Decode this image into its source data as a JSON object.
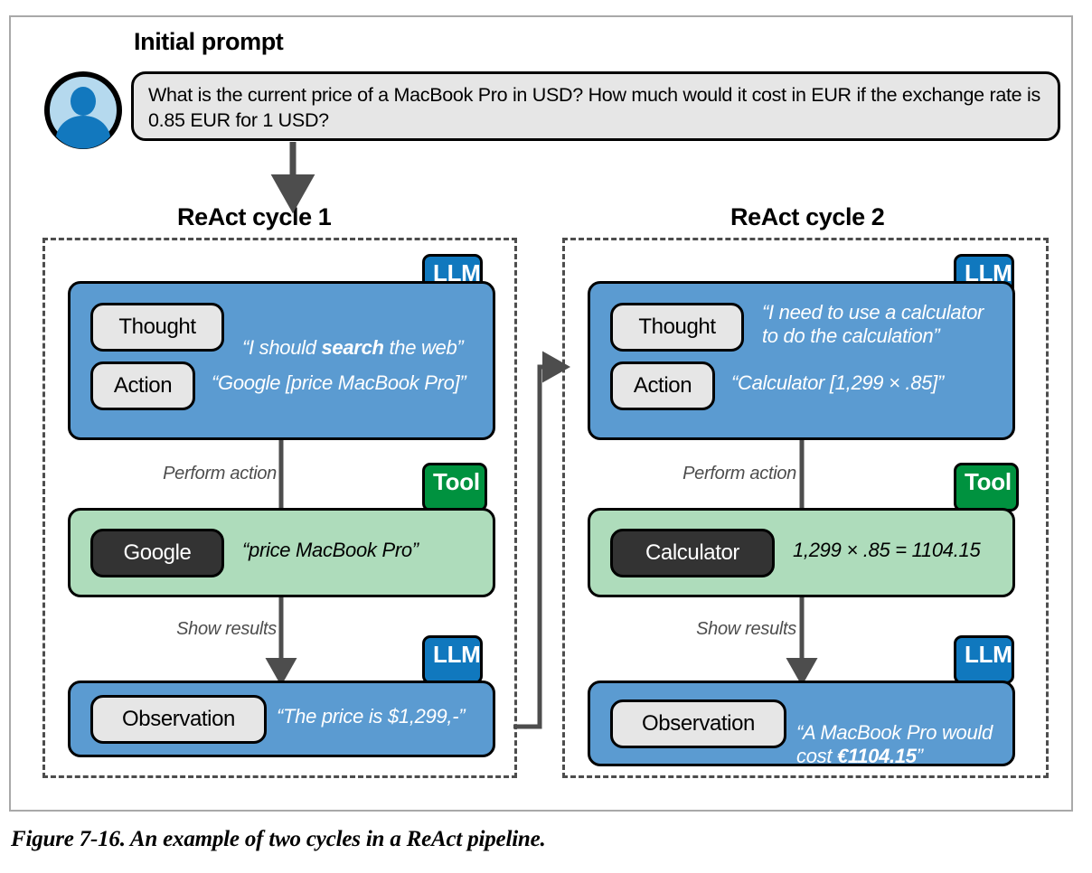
{
  "figure": {
    "caption": "Figure 7-16. An example of two cycles in a ReAct pipeline.",
    "initial_prompt_heading": "Initial prompt",
    "prompt_text": "What is the current price of a MacBook Pro in USD? How much would it cost in EUR if the exchange rate is 0.85 EUR for 1 USD?",
    "avatar_icon": "user-avatar-icon"
  },
  "colors": {
    "llm_panel": "#5b9bd1",
    "llm_tag": "#1078be",
    "tool_panel": "#aedcbb",
    "tool_tag": "#00923f",
    "pill": "#e6e6e6",
    "pill_dark": "#333333",
    "arrow": "#4d4d4d",
    "dashed_border": "#4d4d4d",
    "frame": "#a9a9a9",
    "avatar_circle": "#b5d9ee",
    "avatar_person": "#1278be"
  },
  "cycles": [
    {
      "heading": "ReAct cycle 1",
      "llm_tag": "LLM",
      "tool_tag": "Tool",
      "observation_tag": "LLM",
      "thought_label": "Thought",
      "thought_text_pre": "“I should ",
      "thought_text_bold": "search",
      "thought_text_post": " the web”",
      "action_label": "Action",
      "action_text": "“Google [price MacBook Pro]”",
      "perform_action_label": "Perform action",
      "tool_name": "Google",
      "tool_text": "“price MacBook Pro”",
      "show_results_label": "Show results",
      "observation_label": "Observation",
      "observation_text": "“The price is $1,299,-”"
    },
    {
      "heading": "ReAct cycle 2",
      "llm_tag": "LLM",
      "tool_tag": "Tool",
      "observation_tag": "LLM",
      "thought_label": "Thought",
      "thought_text_pre": "“I need to use a calculator\nto do the calculation”",
      "thought_text_bold": "",
      "thought_text_post": "",
      "action_label": "Action",
      "action_text": "“Calculator [1,299 × .85]”",
      "perform_action_label": "Perform action",
      "tool_name": "Calculator",
      "tool_text": "1,299 × .85 = 1104.15",
      "show_results_label": "Show results",
      "observation_label": "Observation",
      "observation_text_pre": "“A MacBook Pro would\ncost ",
      "observation_text_bold": "€1104.15",
      "observation_text_post": "”"
    }
  ]
}
